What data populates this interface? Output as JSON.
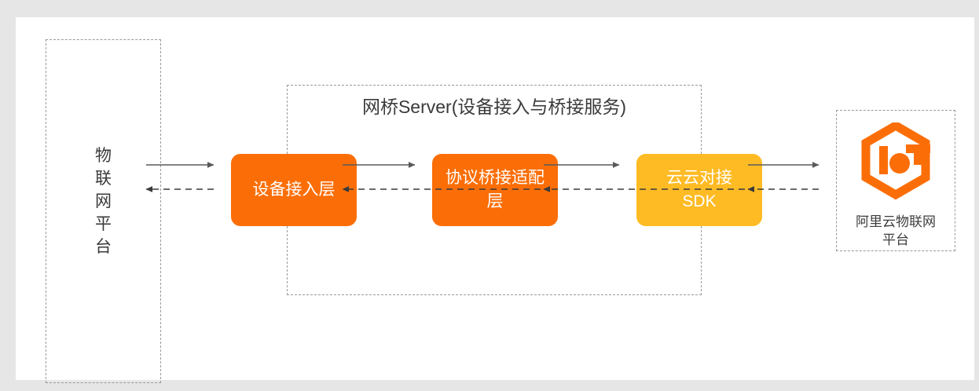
{
  "diagram": {
    "title": "IoT bridge server architecture",
    "background_color": "#e6e6e6",
    "canvas_color": "#ffffff",
    "colors": {
      "orange": "#fb6e07",
      "amber": "#ffbb24",
      "dashed_border": "#9a9a9a",
      "text_dark": "#3a3a3a",
      "arrow": "#5a5a5a"
    }
  },
  "left_platform": {
    "label_chars": [
      "物",
      "联",
      "网",
      "平",
      "台"
    ],
    "label_text": "物联网平台"
  },
  "bridge_server": {
    "title": "网桥Server(设备接入与桥接服务)",
    "nodes": [
      {
        "id": "device-access",
        "label": "设备接入层",
        "color": "#fb6e07"
      },
      {
        "id": "protocol-bridge",
        "label": "协议桥接适配层",
        "color": "#fb6e07"
      },
      {
        "id": "cloud-sdk",
        "label": "云云对接\nSDK",
        "label_line1": "云云对接",
        "label_line2": "SDK",
        "color": "#ffbb24"
      }
    ]
  },
  "right_platform": {
    "logo_name": "alicloud-iot-logo",
    "label_line1": "阿里云物联网",
    "label_line2": "平台",
    "label_text": "阿里云物联网平台"
  },
  "connections": [
    {
      "from": "iot-platform",
      "to": "device-access",
      "style": "solid",
      "direction": "right"
    },
    {
      "from": "device-access",
      "to": "iot-platform",
      "style": "dashed",
      "direction": "left"
    },
    {
      "from": "device-access",
      "to": "protocol-bridge",
      "style": "solid",
      "direction": "right"
    },
    {
      "from": "protocol-bridge",
      "to": "device-access",
      "style": "dashed",
      "direction": "left"
    },
    {
      "from": "protocol-bridge",
      "to": "cloud-sdk",
      "style": "solid",
      "direction": "right"
    },
    {
      "from": "cloud-sdk",
      "to": "protocol-bridge",
      "style": "dashed",
      "direction": "left"
    },
    {
      "from": "cloud-sdk",
      "to": "alicloud-platform",
      "style": "solid",
      "direction": "right"
    },
    {
      "from": "alicloud-platform",
      "to": "cloud-sdk",
      "style": "dashed",
      "direction": "left"
    }
  ]
}
